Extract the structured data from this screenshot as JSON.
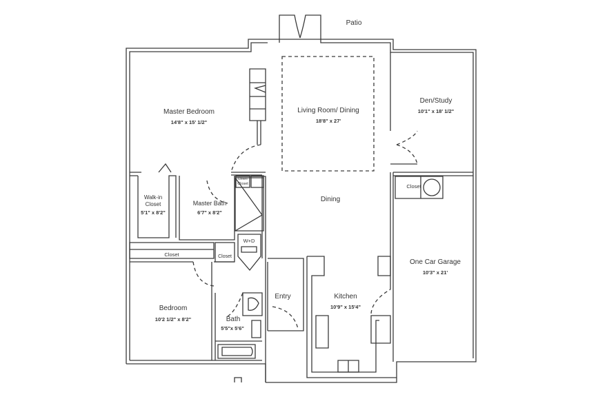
{
  "title": "Floor Plan",
  "rooms": {
    "patio": {
      "name": "Patio"
    },
    "master_bedroom": {
      "name": "Master Bedroom",
      "dim": "14'8\" x 15' 1/2\""
    },
    "living": {
      "name": "Living Room/ Dining",
      "dim": "18'8\" x 27'"
    },
    "den": {
      "name": "Den/Study",
      "dim": "10'1\" x 18' 1/2\""
    },
    "walkin": {
      "name1": "Walk-in",
      "name2": "Closet",
      "dim": "5'1\" x 8'2\""
    },
    "master_bath": {
      "name": "Master Bath",
      "dim": "6'7\" x 8'2\""
    },
    "linen": {
      "name1": "Linen",
      "name2": "Closet"
    },
    "dining": {
      "name": "Dining"
    },
    "garage_closet": {
      "name": "Closet"
    },
    "garage": {
      "name": "One Car Garage",
      "dim": "10'3\" x 21'"
    },
    "wd": {
      "name": "W+D"
    },
    "closet_a": {
      "name": "Closet"
    },
    "closet_b": {
      "name": "Closet"
    },
    "bedroom": {
      "name": "Bedroom",
      "dim": "10'2 1/2\" x 8'2\""
    },
    "entry": {
      "name": "Entry"
    },
    "bath": {
      "name": "Bath",
      "dim": "5'5\"x 5'6\""
    },
    "kitchen": {
      "name": "Kitchen",
      "dim": "10'9\" x 15'4\""
    }
  }
}
